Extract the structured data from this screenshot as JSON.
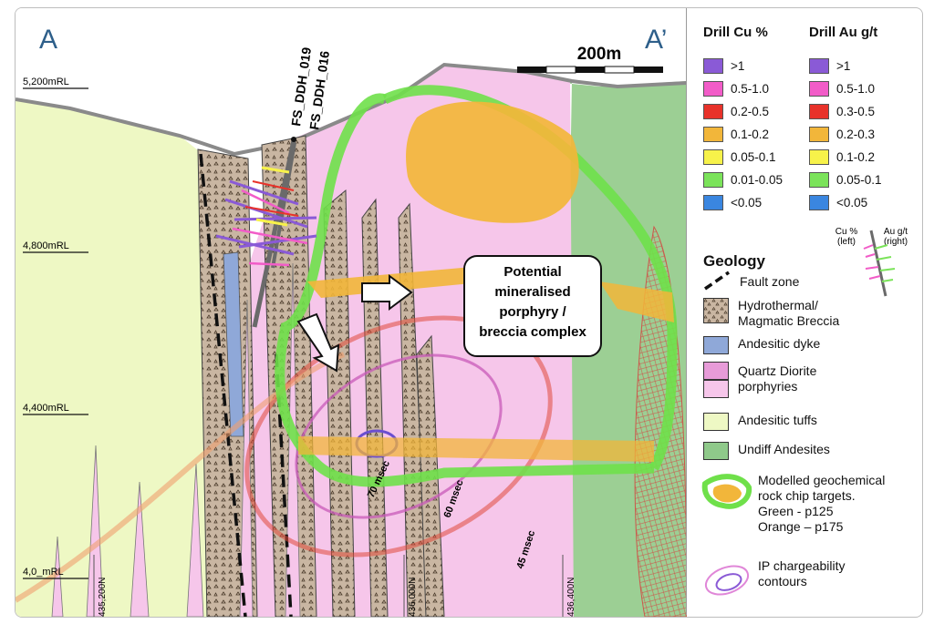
{
  "section": {
    "label_left": "A",
    "label_right": "A’",
    "scale_bar": "200m",
    "rl_labels": [
      "5,200mRL",
      "4,800mRL",
      "4,400mRL",
      "4,0_mRL"
    ],
    "northings": [
      "435,200N",
      "436,000N",
      "436,400N"
    ],
    "drillholes": [
      "FS_DDH_019",
      "FS_DDH_016"
    ],
    "callout": [
      "Potential",
      "mineralised",
      "porphyry /",
      "breccia complex"
    ],
    "msec": [
      "70 msec",
      "60 msec",
      "45 msec"
    ]
  },
  "legend": {
    "cu_title": "Drill Cu %",
    "au_title": "Drill Au g/t",
    "cu_items": [
      {
        "label": ">1",
        "color": "#8a5ad6"
      },
      {
        "label": "0.5-1.0",
        "color": "#f25cc8"
      },
      {
        "label": "0.2-0.5",
        "color": "#e8322a"
      },
      {
        "label": "0.1-0.2",
        "color": "#f2b63a"
      },
      {
        "label": "0.05-0.1",
        "color": "#f7f24a"
      },
      {
        "label": "0.01-0.05",
        "color": "#7be35a"
      },
      {
        "label": "<0.05",
        "color": "#3a86e0"
      }
    ],
    "au_items": [
      {
        "label": ">1",
        "color": "#8a5ad6"
      },
      {
        "label": "0.5-1.0",
        "color": "#f25cc8"
      },
      {
        "label": "0.3-0.5",
        "color": "#e8322a"
      },
      {
        "label": "0.2-0.3",
        "color": "#f2b63a"
      },
      {
        "label": "0.1-0.2",
        "color": "#f7f24a"
      },
      {
        "label": "0.05-0.1",
        "color": "#7be35a"
      },
      {
        "label": "<0.05",
        "color": "#3a86e0"
      }
    ],
    "trace_cu_label": "Cu %",
    "trace_cu_sub": "(left)",
    "trace_au_label": "Au g/t",
    "trace_au_sub": "(right)",
    "geology_title": "Geology",
    "geology_items": [
      {
        "label": "Fault zone"
      },
      {
        "label": "Hydrothermal/\nMagmatic Breccia",
        "color": "#c9b6a2"
      },
      {
        "label": "Andesitic dyke",
        "color": "#8fa8d8"
      },
      {
        "label": "Quartz Diorite\nporphyries",
        "color": "#f6c6ea"
      },
      {
        "label": "Andesitic tuffs",
        "color": "#eef8c4"
      },
      {
        "label": "Undiff Andesites",
        "color": "#8fc98a"
      }
    ],
    "targets_text": "Modelled geochemical\nrock chip targets.\nGreen - p125\nOrange – p175",
    "ip_text": "IP chargeability\ncontours"
  }
}
